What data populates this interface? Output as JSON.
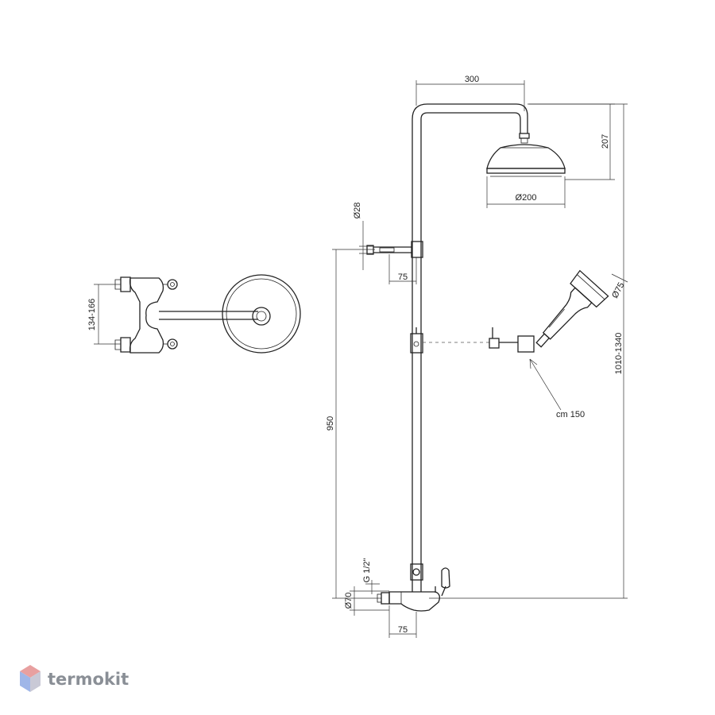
{
  "dimensions": {
    "head_reach": "300",
    "head_height": "207",
    "head_diameter": "Ø200",
    "hand_shower_diameter": "Ø75",
    "arm_diameter": "Ø28",
    "arm_projection": "75",
    "total_height": "1010-1340",
    "mixer_height": "950",
    "hose_length": "cm 150",
    "inlet_thread": "G 1/2\"",
    "flange_diameter": "Ø70",
    "mixer_projection": "75",
    "inlet_spacing": "134-166"
  },
  "brand": {
    "name": "termokit",
    "colors": [
      "#e8a0a0",
      "#9fb6e8",
      "#c9c9d6"
    ]
  }
}
